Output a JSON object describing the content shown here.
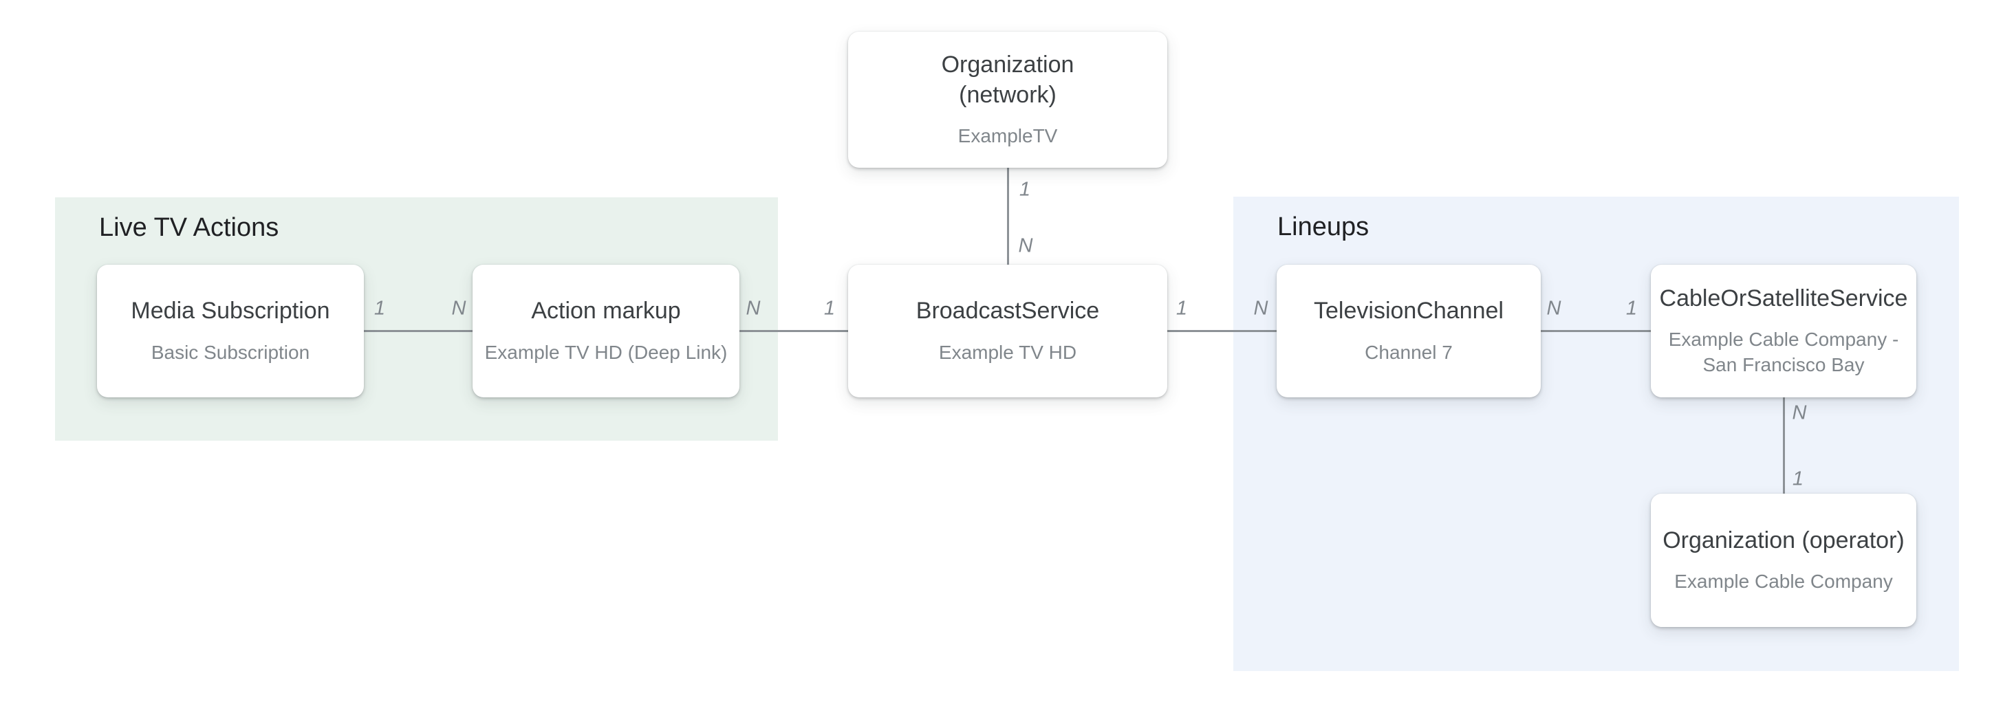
{
  "colors": {
    "region_green": "#e9f2ed",
    "region_blue": "#eef3fb",
    "connector": "#8d9297",
    "node_title_text": "#3c4043",
    "node_subtitle_text": "#80868b",
    "region_title_text": "#202124",
    "cardinality_text": "#80868c"
  },
  "diagram": {
    "regions": {
      "live_tv_actions": {
        "label": "Live TV Actions"
      },
      "lineups": {
        "label": "Lineups"
      }
    },
    "nodes": {
      "organization_network": {
        "title": "Organization\n(network)",
        "subtitle": "ExampleTV"
      },
      "media_subscription": {
        "title": "Media Subscription",
        "subtitle": "Basic Subscription"
      },
      "action_markup": {
        "title": "Action markup",
        "subtitle": "Example TV HD (Deep Link)"
      },
      "broadcast_service": {
        "title": "BroadcastService",
        "subtitle": "Example TV HD"
      },
      "television_channel": {
        "title": "TelevisionChannel",
        "subtitle": "Channel 7"
      },
      "cable_or_satellite_service": {
        "title": "CableOrSatelliteService",
        "subtitle": "Example Cable Company -\nSan Francisco Bay"
      },
      "organization_operator": {
        "title": "Organization (operator)",
        "subtitle": "Example Cable Company"
      }
    },
    "edges": {
      "media_subscription_to_action_markup": {
        "start": "1",
        "end": "N"
      },
      "action_markup_to_broadcast_service": {
        "start": "N",
        "end": "1"
      },
      "organization_network_to_broadcast_service": {
        "start": "1",
        "end": "N"
      },
      "broadcast_service_to_television_channel": {
        "start": "1",
        "end": "N"
      },
      "television_channel_to_cable_service": {
        "start": "N",
        "end": "1"
      },
      "cable_service_to_organization_operator": {
        "start": "N",
        "end": "1"
      }
    }
  }
}
